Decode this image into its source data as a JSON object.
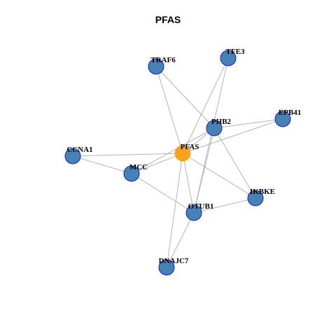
{
  "title": "PFAS",
  "colors": {
    "center_node": "#F8A31B",
    "node_fill": "#4682B4",
    "node_stroke": "#1C1CC8",
    "edge": "#B4B4B4"
  },
  "nodes": [
    {
      "id": "PFAS",
      "label": "PFAS",
      "center": true
    },
    {
      "id": "TRAF6",
      "label": "TRAF6"
    },
    {
      "id": "TFE3",
      "label": "TFE3"
    },
    {
      "id": "EPB41",
      "label": "EPB41"
    },
    {
      "id": "PHB2",
      "label": "PHB2"
    },
    {
      "id": "CCNA1",
      "label": "CCNA1"
    },
    {
      "id": "MCC",
      "label": "MCC"
    },
    {
      "id": "IKBKE",
      "label": "IKBKE"
    },
    {
      "id": "OTUB1",
      "label": "OTUB1"
    },
    {
      "id": "DNAJC7",
      "label": "DNAJC7"
    }
  ],
  "edges": [
    [
      "PFAS",
      "TRAF6"
    ],
    [
      "PFAS",
      "TFE3"
    ],
    [
      "PFAS",
      "EPB41"
    ],
    [
      "PFAS",
      "PHB2"
    ],
    [
      "PFAS",
      "CCNA1"
    ],
    [
      "PFAS",
      "MCC"
    ],
    [
      "PFAS",
      "IKBKE"
    ],
    [
      "PFAS",
      "OTUB1"
    ],
    [
      "PFAS",
      "DNAJC7"
    ],
    [
      "TRAF6",
      "PHB2"
    ],
    [
      "TFE3",
      "OTUB1"
    ],
    [
      "EPB41",
      "PHB2"
    ],
    [
      "PHB2",
      "MCC"
    ],
    [
      "PHB2",
      "IKBKE"
    ],
    [
      "PHB2",
      "OTUB1"
    ],
    [
      "CCNA1",
      "MCC"
    ],
    [
      "MCC",
      "OTUB1"
    ],
    [
      "OTUB1",
      "IKBKE"
    ],
    [
      "OTUB1",
      "DNAJC7"
    ]
  ]
}
